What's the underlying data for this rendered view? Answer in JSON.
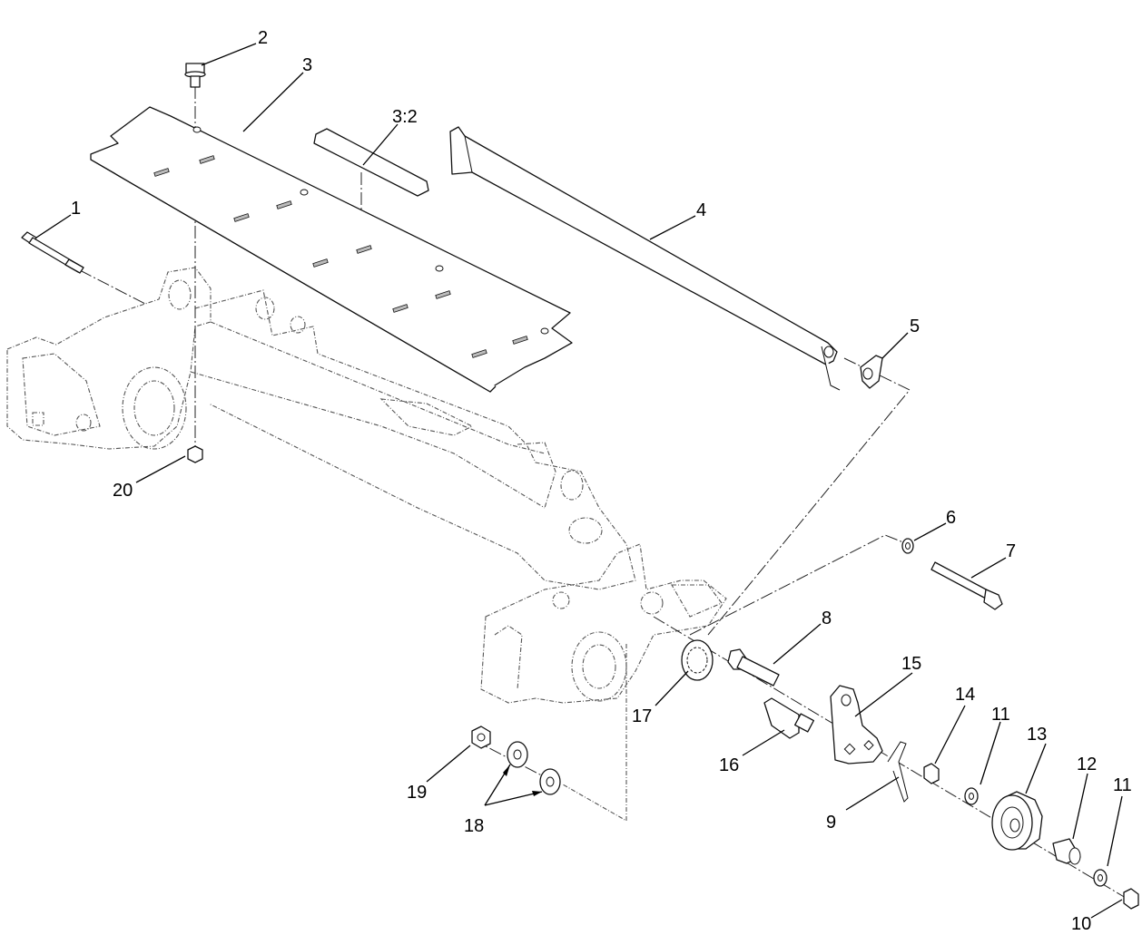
{
  "callouts": {
    "c1": "1",
    "c2": "2",
    "c3": "3",
    "c3_2": "3:2",
    "c4": "4",
    "c5": "5",
    "c6": "6",
    "c7": "7",
    "c8": "8",
    "c9": "9",
    "c10": "10",
    "c11a": "11",
    "c11b": "11",
    "c12": "12",
    "c13": "13",
    "c14": "14",
    "c15": "15",
    "c16": "16",
    "c17": "17",
    "c18": "18",
    "c19": "19",
    "c20": "20"
  }
}
